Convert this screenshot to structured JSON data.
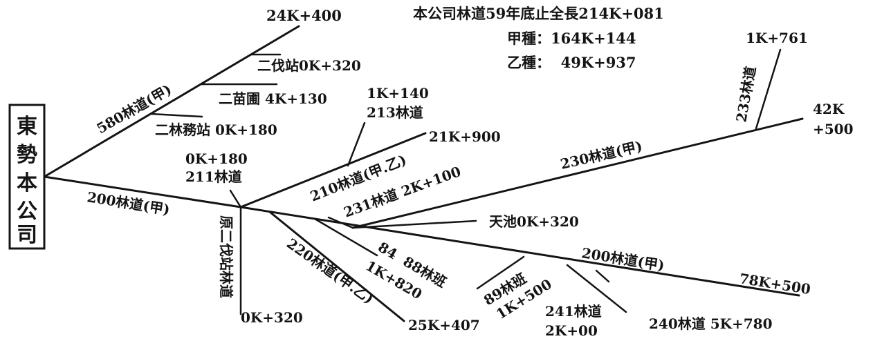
{
  "headquarters": [
    "東",
    "勢",
    "本",
    "公",
    "司"
  ],
  "summary": {
    "total": "本公司林道59年底止全長214K+081",
    "type_a": "甲種：164K+144",
    "type_b": "乙種：  49K+937"
  },
  "roads": {
    "r580": "580林道(甲)",
    "r580_end": "24K+400",
    "erfu": "二伐站0K+320",
    "erfu_miaopu": "二苗圃 4K+130",
    "linwu": "二林務站 0K+180",
    "r200_west": "200林道(甲)",
    "r211_km": "0K+180",
    "r211": "211林道",
    "old_erfu": "原二伐站林道",
    "old_erfu_end": "0K+320",
    "r213_km": "1K+140",
    "r213": "213林道",
    "r210": "210林道(甲.乙)",
    "r210_end": "21K+900",
    "r231": "231林道 2K+100",
    "r233": "233林道",
    "r233_end": "1K+761",
    "r230": "230林道(甲)",
    "r230_end_a": "42K",
    "r230_end_b": "+500",
    "tianchi": "天池0K+320",
    "r220": "220林道(甲.乙)",
    "r220_end": "25K+407",
    "r8488": "84  88林班",
    "r8488_km": "1K+820",
    "r89": "89林班",
    "r89_km": "1K+500",
    "r200_east": "200林道(甲)",
    "r200_end": "78K+500",
    "r241": "241林道",
    "r241_km": "2K+00",
    "r240": "240林道 5K+780"
  }
}
